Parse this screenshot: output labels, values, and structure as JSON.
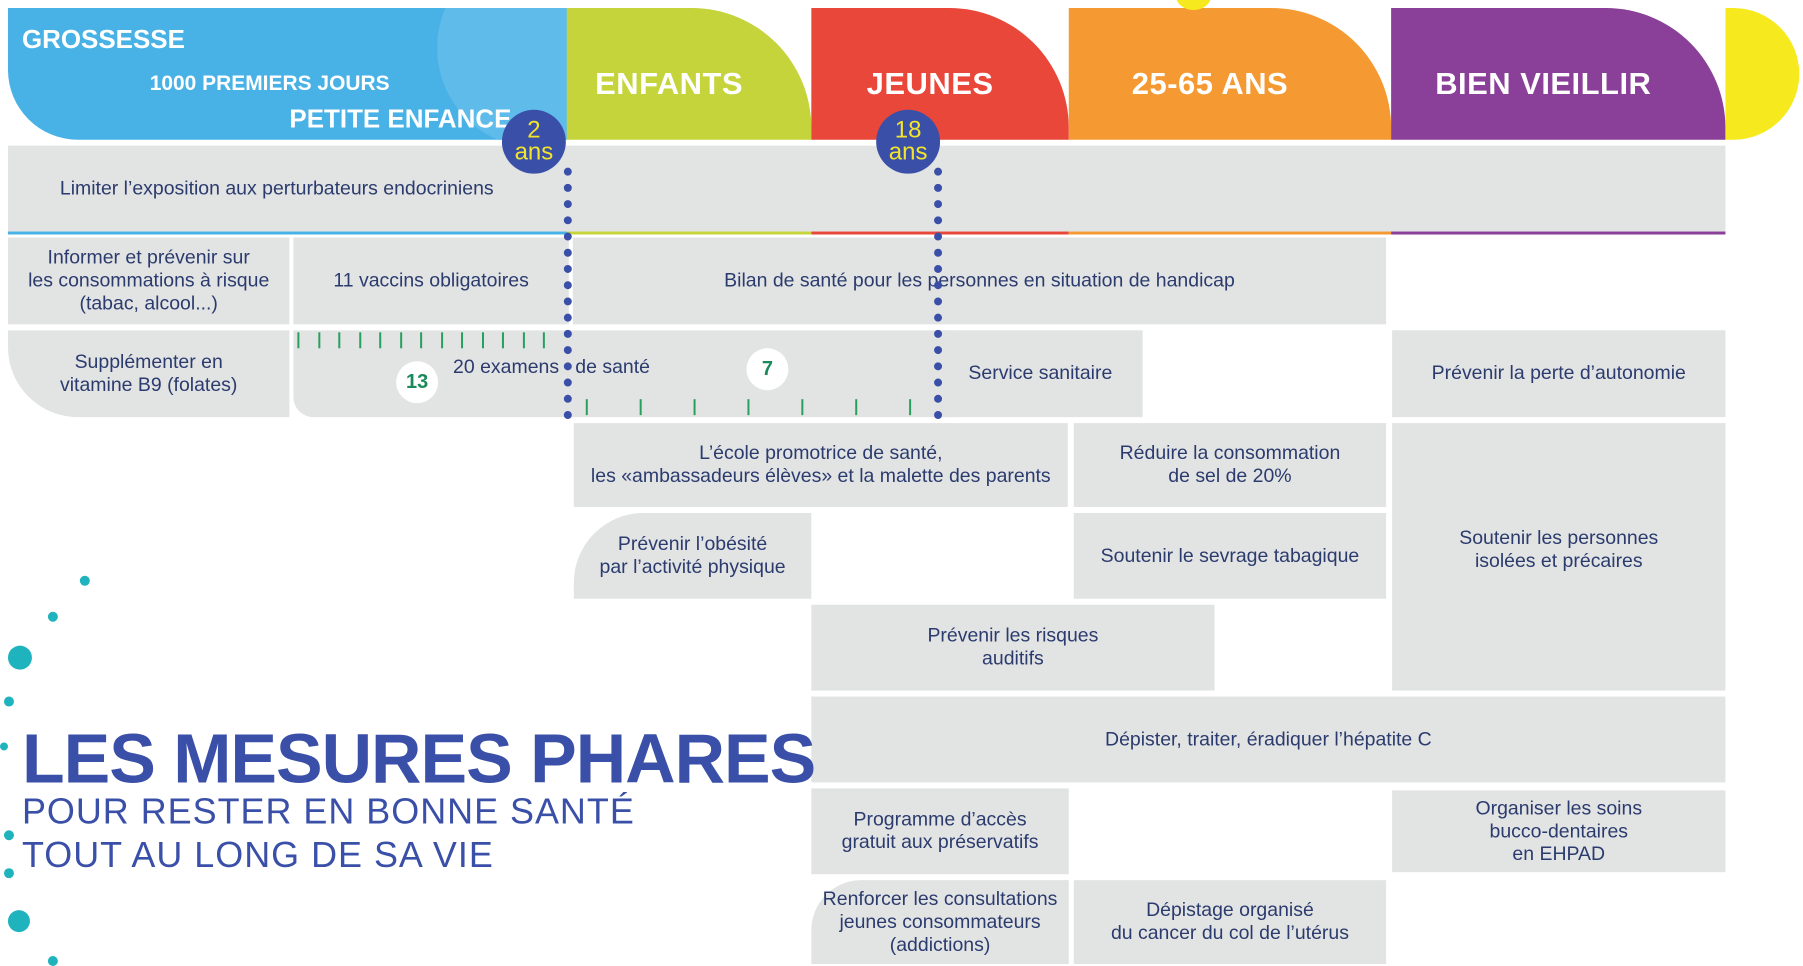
{
  "header": {
    "grossesse": "GROSSESSE",
    "premiers_jours": "1000 PREMIERS JOURS",
    "petite_enfance": "PETITE ENFANCE",
    "enfants": "ENFANTS",
    "jeunes": "JEUNES",
    "adultes": "25-65 ANS",
    "bien_vieillir": "BIEN VIEILLIR"
  },
  "badges": {
    "age2_num": "2",
    "age18_num": "18",
    "unit": "ans"
  },
  "counters": {
    "left": "13",
    "right": "7"
  },
  "measures": {
    "perturbateurs": "Limiter l’exposition aux perturbateurs endocriniens",
    "consommations": "Informer et prévenir sur\nles consommations à risque\n(tabac, alcool...)",
    "vaccins": "11 vaccins obligatoires",
    "bilan_handicap": "Bilan de santé pour les personnes en situation de handicap",
    "vitamine": "Supplémenter en\nvitamine B9 (folates)",
    "examens": "20 examens   de santé",
    "service_sanitaire": "Service sanitaire",
    "autonomie": "Prévenir la perte d’autonomie",
    "ecole": "L’école promotrice de santé,\nles «ambassadeurs élèves» et la malette des parents",
    "sel": "Réduire la consommation\nde sel de 20%",
    "obesite": "Prévenir l’obésité\npar l’activité physique",
    "tabac": "Soutenir le sevrage tabagique",
    "isolees": "Soutenir les personnes\nisolées et précaires",
    "auditifs": "Prévenir les risques\nauditifs",
    "hepatite": "Dépister, traiter, éradiquer l’hépatite C",
    "preservatifs": "Programme d’accès\ngratuit aux préservatifs",
    "bucco": "Organiser les soins\nbucco-dentaires\nen EHPAD",
    "addictions": "Renforcer les consultations\njeunes consommateurs\n(addictions)",
    "uterus": "Dépistage organisé\ndu cancer du col de l’utérus"
  },
  "title": {
    "main": "LES MESURES PHARES",
    "line1": "POUR RESTER EN BONNE SANTÉ",
    "line2": "TOUT AU LONG DE SA VIE"
  },
  "colors": {
    "blue": "#48b2e6",
    "green": "#c4d43a",
    "red": "#e9473a",
    "orange": "#f59a32",
    "purple": "#8a3f98",
    "yellow": "#f6ea1f",
    "navy": "#3a4fa8",
    "teal": "#1fb3bd",
    "box": "#e2e3e3",
    "text": "#2b3b6e"
  }
}
